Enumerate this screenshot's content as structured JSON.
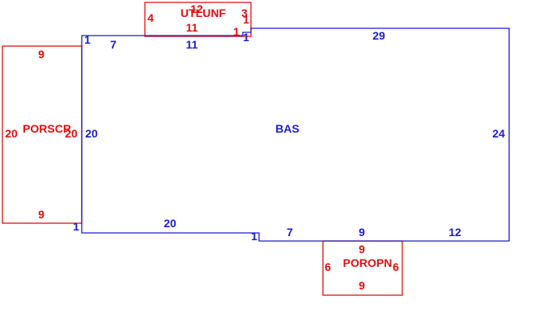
{
  "areas": {
    "bas": {
      "name": "BAS",
      "dims": {
        "top_left": "1",
        "top_a": "7",
        "top_b": "11",
        "top_step": "1",
        "top_right": "29",
        "left": "20",
        "right": "24",
        "bottom_corner": "1",
        "bottom_a": "20",
        "bottom_step": "1",
        "bottom_b": "7",
        "bottom_c": "9",
        "bottom_d": "12"
      }
    },
    "utlunf": {
      "name": "UTLUNF",
      "dims": {
        "top": "12",
        "left": "4",
        "right": "3",
        "inner": "11",
        "step_a": "1",
        "step_b": "1"
      }
    },
    "porscr": {
      "name": "PORSCR",
      "dims": {
        "top": "9",
        "left": "20",
        "right": "20",
        "bottom": "9"
      }
    },
    "poropn": {
      "name": "POROPN",
      "dims": {
        "top": "9",
        "left": "6",
        "right": "6",
        "bottom": "9"
      }
    }
  },
  "colors": {
    "base_area": "#1c1cd0",
    "other_area": "#e01010"
  }
}
